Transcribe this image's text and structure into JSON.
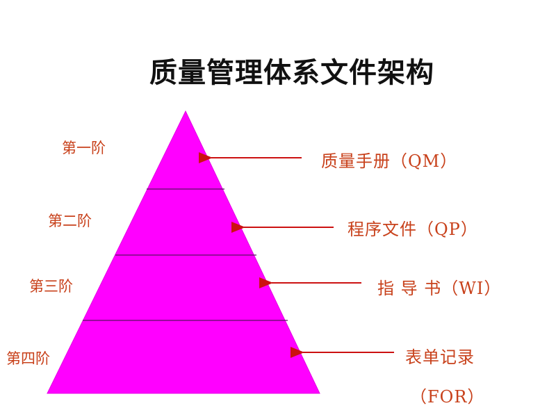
{
  "title": "质量管理体系文件架构",
  "colors": {
    "pyramid_fill": "#ff00ff",
    "divider": "#5a1060",
    "arrow": "#cc1111",
    "label_text": "#c8411b",
    "title_text": "#111111"
  },
  "levels": [
    {
      "label": "第一阶",
      "doc": "质量手册（QM）"
    },
    {
      "label": "第二阶",
      "doc": "程序文件（QP）"
    },
    {
      "label": "第三阶",
      "doc": "指 导 书（WI）"
    },
    {
      "label": "第四阶",
      "doc": "表单记录",
      "doc_line2": "（FOR）"
    }
  ]
}
